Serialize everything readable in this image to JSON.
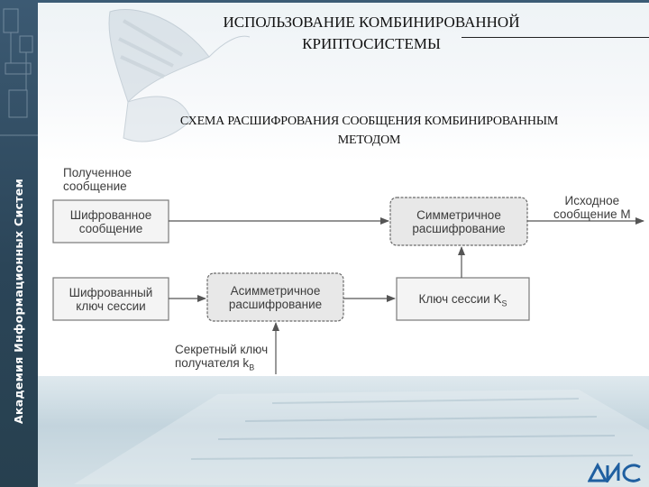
{
  "sidebar": {
    "caption": "Академия Информационных Систем"
  },
  "header": {
    "title_line1": "ИСПОЛЬЗОВАНИЕ КОМБИНИРОВАННОЙ",
    "title_line2": "КРИПТОСИСТЕМЫ",
    "subtitle_line1": "СХЕМА РАСШИФРОВАНИЯ СООБЩЕНИЯ КОМБИНИРОВАННЫМ",
    "subtitle_line2": "МЕТОДОМ"
  },
  "diagram": {
    "received_message": [
      "Полученное",
      "сообщение"
    ],
    "encrypted_message": [
      "Шифрованное",
      "сообщение"
    ],
    "encrypted_session_key": [
      "Шифрованный",
      "ключ сессии"
    ],
    "asymmetric_decryption": [
      "Асимметричное",
      "расшифрование"
    ],
    "session_key_prefix": "Ключ сессии K",
    "session_key_subscript": "S",
    "symmetric_decryption": [
      "Симметричное",
      "расшифрование"
    ],
    "source_message": [
      "Исходное",
      "сообщение M"
    ],
    "secret_key_line1": "Секретный ключ",
    "secret_key_line2_prefix": "получателя k",
    "secret_key_subscript": "B"
  },
  "footer": {
    "logo_text": "АИС"
  },
  "colors": {
    "sidebar": "#2b4558",
    "box_fill": "#ececec",
    "box_stroke": "#7a7a7a",
    "arrow": "#555555"
  }
}
